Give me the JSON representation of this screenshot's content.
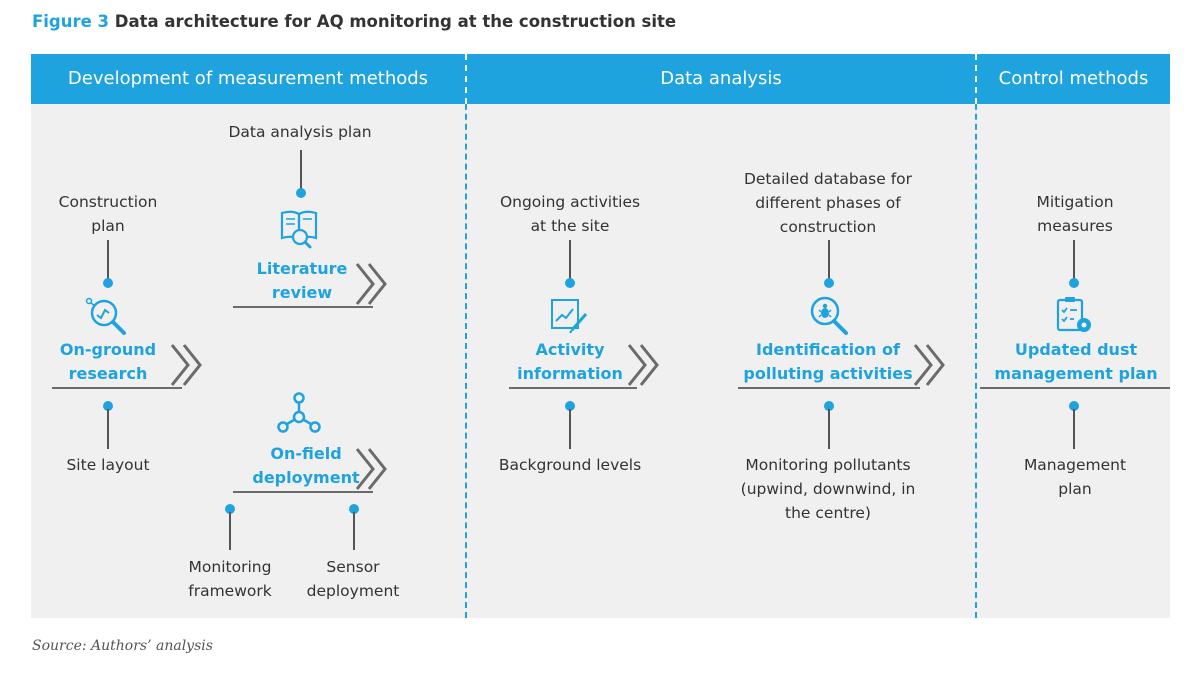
{
  "figure": {
    "label": "Figure 3",
    "title": "Data architecture for AQ monitoring at the construction site"
  },
  "columns": [
    {
      "label": "Development of measurement methods"
    },
    {
      "label": "Data analysis"
    },
    {
      "label": "Control methods"
    }
  ],
  "nodes": {
    "on_ground_research": {
      "line1": "On-ground",
      "line2": "research",
      "icon": "search-chart-icon"
    },
    "literature_review": {
      "line1": "Literature",
      "line2": "review",
      "icon": "book-search-icon"
    },
    "on_field_deployment": {
      "line1": "On-field",
      "line2": "deployment",
      "icon": "network-nodes-icon"
    },
    "activity_information": {
      "line1": "Activity",
      "line2": "information",
      "icon": "chart-pen-icon"
    },
    "identification": {
      "line1": "Identification of",
      "line2": "polluting activities",
      "icon": "magnifier-bug-icon"
    },
    "dust_plan": {
      "line1": "Updated dust",
      "line2": "management plan",
      "icon": "checklist-gear-icon"
    }
  },
  "inputs": {
    "construction_plan": {
      "line1": "Construction",
      "line2": "plan"
    },
    "site_layout": {
      "line1": "Site layout"
    },
    "data_analysis_plan": {
      "line1": "Data analysis plan"
    },
    "monitoring_framework": {
      "line1": "Monitoring",
      "line2": "framework"
    },
    "sensor_deployment": {
      "line1": "Sensor",
      "line2": "deployment"
    },
    "ongoing_activities": {
      "line1": "Ongoing activities",
      "line2": "at the site"
    },
    "background_levels": {
      "line1": "Background levels"
    },
    "detailed_database": {
      "line1": "Detailed database for",
      "line2": "different phases of",
      "line3": "construction"
    },
    "monitoring_pollutants": {
      "line1": "Monitoring pollutants",
      "line2": "(upwind, downwind, in",
      "line3": "the centre)"
    },
    "mitigation_measures": {
      "line1": "Mitigation",
      "line2": "measures"
    },
    "management_plan": {
      "line1": "Management",
      "line2": "plan"
    }
  },
  "source": "Source: Authors’ analysis",
  "colors": {
    "accent": "#1fa3de",
    "panel": "#f0f0f0",
    "text": "#333333",
    "chevron": "#6b6b6b"
  }
}
